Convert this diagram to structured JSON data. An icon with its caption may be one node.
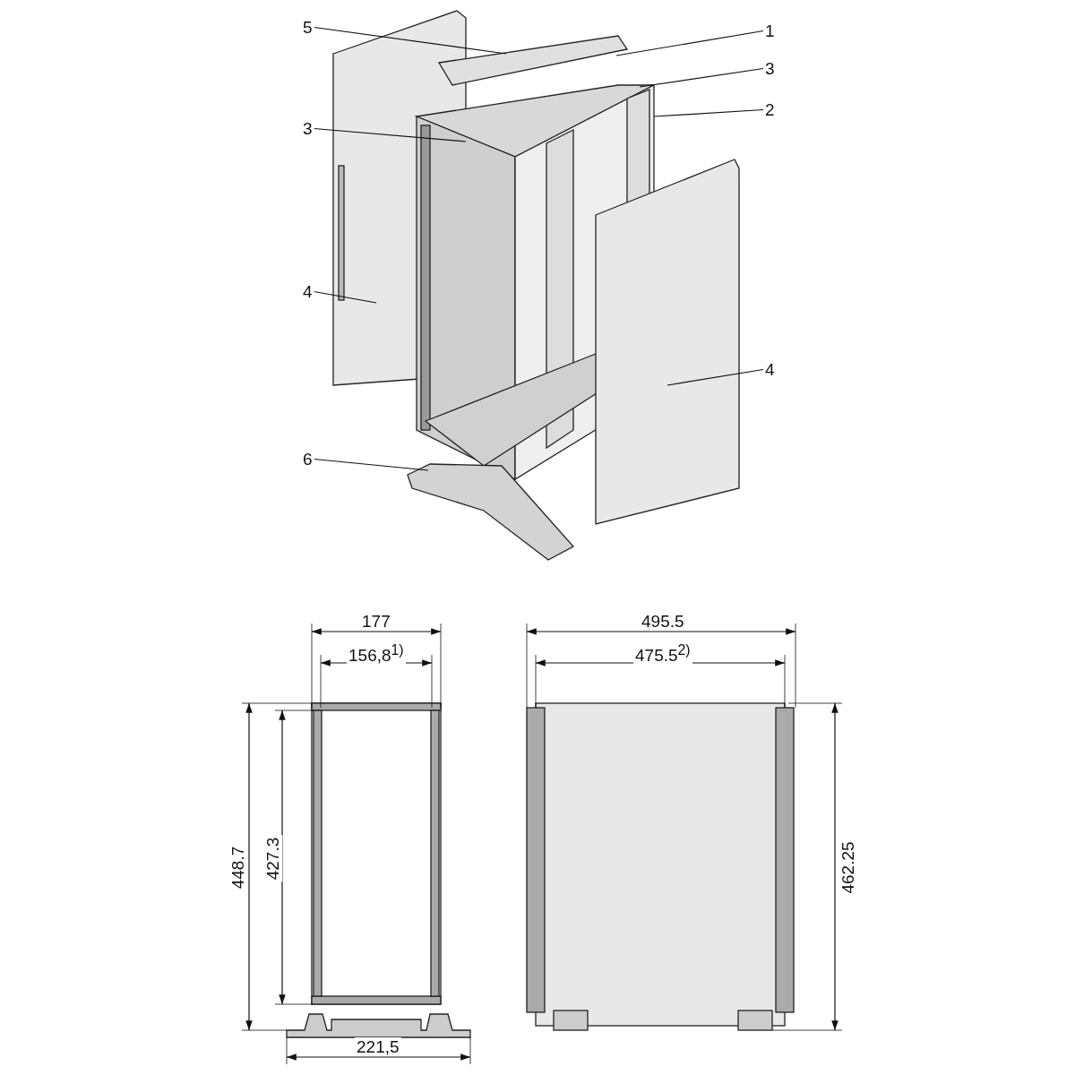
{
  "diagram": {
    "nodes": [
      {
        "text": [
          "5"
        ]
      },
      {
        "text": [
          "1"
        ]
      },
      {
        "text": [
          "3"
        ]
      },
      {
        "text": [
          "2"
        ]
      },
      {
        "text": [
          "3"
        ]
      },
      {
        "text": [
          "4"
        ]
      },
      {
        "text": [
          "4"
        ]
      },
      {
        "text": [
          "6"
        ]
      }
    ],
    "edges": [
      {
        "from": 0,
        "to": null,
        "arrow": "none"
      },
      {
        "from": 1,
        "to": null,
        "arrow": "none"
      },
      {
        "from": 2,
        "to": null,
        "arrow": "none"
      },
      {
        "from": 3,
        "to": null,
        "arrow": "none"
      },
      {
        "from": 4,
        "to": null,
        "arrow": "none"
      },
      {
        "from": 5,
        "to": null,
        "arrow": "none"
      },
      {
        "from": 6,
        "to": null,
        "arrow": "none"
      },
      {
        "from": 7,
        "to": null,
        "arrow": "none"
      }
    ],
    "labels": [
      "177",
      "156,8$^{1)}$",
      "495.5",
      "475.5$^{2)}$",
      "448.7",
      "427.3",
      "462.25",
      "221,5"
    ]
  }
}
